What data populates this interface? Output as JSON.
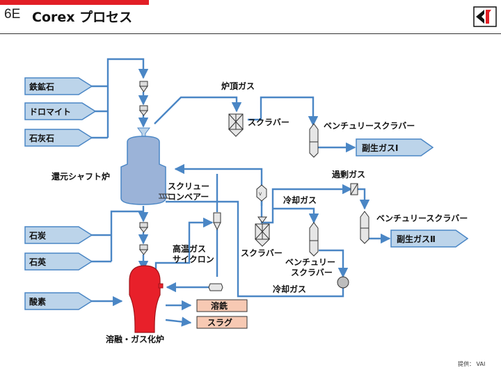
{
  "header": {
    "slide_number": "6E",
    "title": "Corex プロセス"
  },
  "credit": "提供： VAI",
  "colors": {
    "flow_line": "#4a86c5",
    "input_box_fill": "#bcd4ea",
    "output_box_fill": "#f7c9b3",
    "shaft_furnace": "#9bb3d8",
    "melter_gasifier": "#e8202a",
    "equipment": "#e6e6e6",
    "accent_red": "#e21f26"
  },
  "inputs": {
    "iron_ore": "鉄鉱石",
    "dolomite": "ドロマイト",
    "limestone": "石灰石",
    "coal": "石炭",
    "quartz": "石英",
    "oxygen": "酸素"
  },
  "labels": {
    "top_gas": "炉頂ガス",
    "scrubber_top": "スクラバー",
    "venturi_top": "ベンチュリースクラバー",
    "by_gas_1": "副生ガスⅠ",
    "shaft_furnace": "還元シャフト炉",
    "screw_conveyor_1": "スクリュー",
    "screw_conveyor_2": "コンベアー",
    "excess_gas": "過剰ガス",
    "cooling_gas_top": "冷却ガス",
    "venturi_right": "ベンチュリースクラバー",
    "by_gas_2": "副生ガスⅡ",
    "hot_gas_cyclone_1": "高温ガス",
    "hot_gas_cyclone_2": "サイクロン",
    "scrubber_mid": "スクラバー",
    "venturi_mid_1": "ベンチュリー",
    "venturi_mid_2": "スクラバー",
    "cooling_gas_bottom": "冷却ガス",
    "melter_gasifier": "溶融・ガス化炉"
  },
  "outputs": {
    "hot_metal": "溶銑",
    "slag": "スラグ"
  }
}
